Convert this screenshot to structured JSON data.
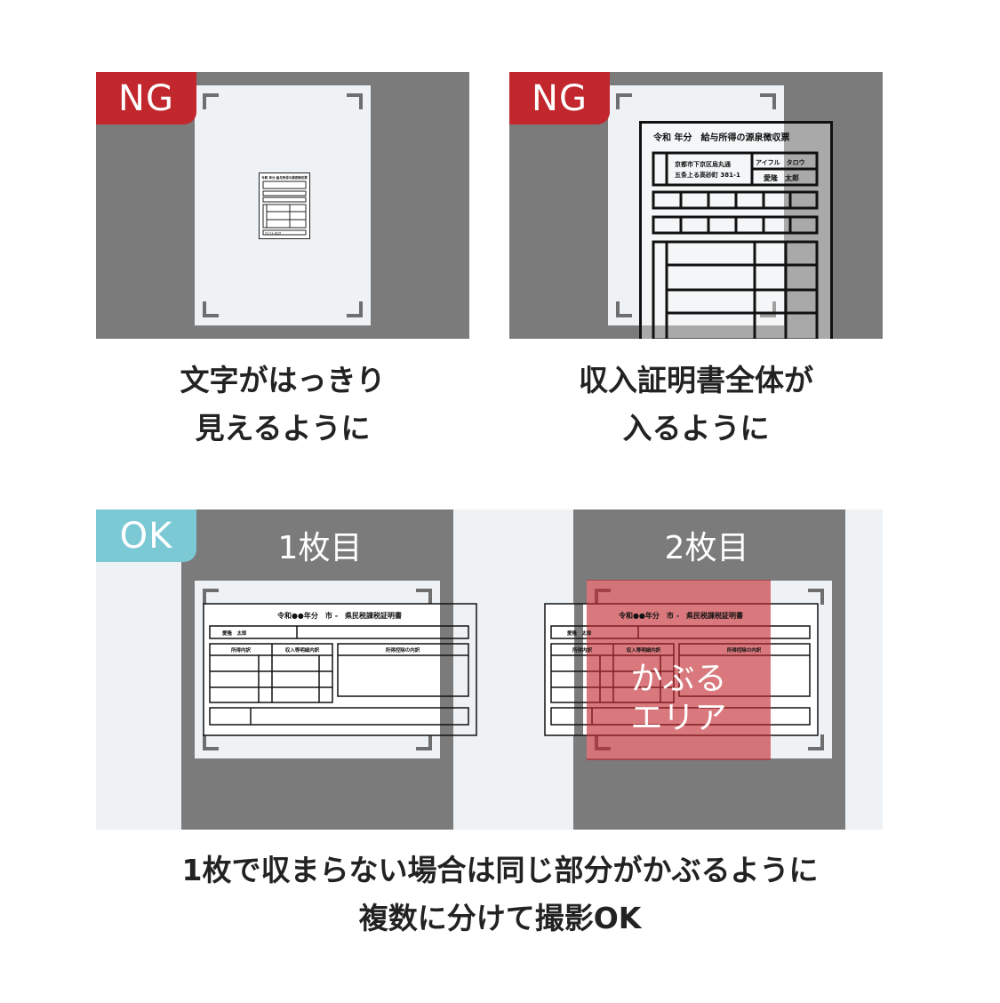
{
  "panels": {
    "text_clarity": {
      "badge": "NG",
      "caption_line1": "文字がはっきり",
      "caption_line2": "見えるように",
      "doc_title": "令和 年分 給与所得の源泉徴収票",
      "doc_footer": "アイフル タロウ"
    },
    "whole_document": {
      "badge": "NG",
      "caption_line1": "収入証明書全体が",
      "caption_line2": "入るように",
      "doc_title": "令和 年分　給与所得の源泉徴収票",
      "address_line1": "京都市下京区烏丸通",
      "address_line2": "五条上る高砂町 381-1",
      "name_kana": "アイフル　タロウ",
      "name_kanji": "愛隆　太郎"
    },
    "multi_shot": {
      "badge": "OK",
      "sheet1_label": "1枚目",
      "sheet2_label": "2枚目",
      "doc_title": "令和●●年分　市 -　県民税課税証明書",
      "doc_name": "愛隆　太郎",
      "col_income": "所得内訳",
      "col_revenue": "収入等明細内訳",
      "col_deduction": "所得控除の内訳",
      "overlap_line1": "かぶる",
      "overlap_line2": "エリア",
      "caption_line1": "1枚で収まらない場合は同じ部分がかぶるように",
      "caption_line2": "複数に分けて撮影OK"
    }
  },
  "colors": {
    "ng": "#c1272d",
    "ok": "#7ac9d4",
    "overlap": "#c1272d",
    "background_panel": "#7b7b7c"
  }
}
